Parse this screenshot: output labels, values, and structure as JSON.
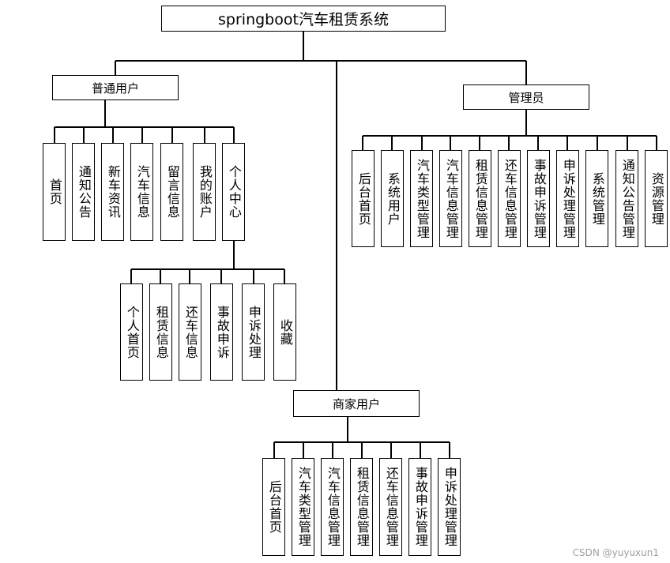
{
  "title": "springboot汽车租赁系统",
  "user": {
    "label": "普通用户",
    "items": [
      "首页",
      "通知公告",
      "新车资讯",
      "汽车信息",
      "留言信息",
      "我的账户",
      "个人中心"
    ],
    "center_items": [
      "个人首页",
      "租赁信息",
      "还车信息",
      "事故申诉",
      "申诉处理",
      "收藏"
    ]
  },
  "admin": {
    "label": "管理员",
    "items": [
      "后台首页",
      "系统用户",
      "汽车类型管理",
      "汽车信息管理",
      "租赁信息管理",
      "还车信息管理",
      "事故申诉管理",
      "申诉处理管理",
      "系统管理",
      "通知公告管理",
      "资源管理"
    ]
  },
  "merchant": {
    "label": "商家用户",
    "items": [
      "后台首页",
      "汽车类型管理",
      "汽车信息管理",
      "租赁信息管理",
      "还车信息管理",
      "事故申诉管理",
      "申诉处理管理"
    ]
  },
  "watermark": "CSDN @yuyuxun1"
}
